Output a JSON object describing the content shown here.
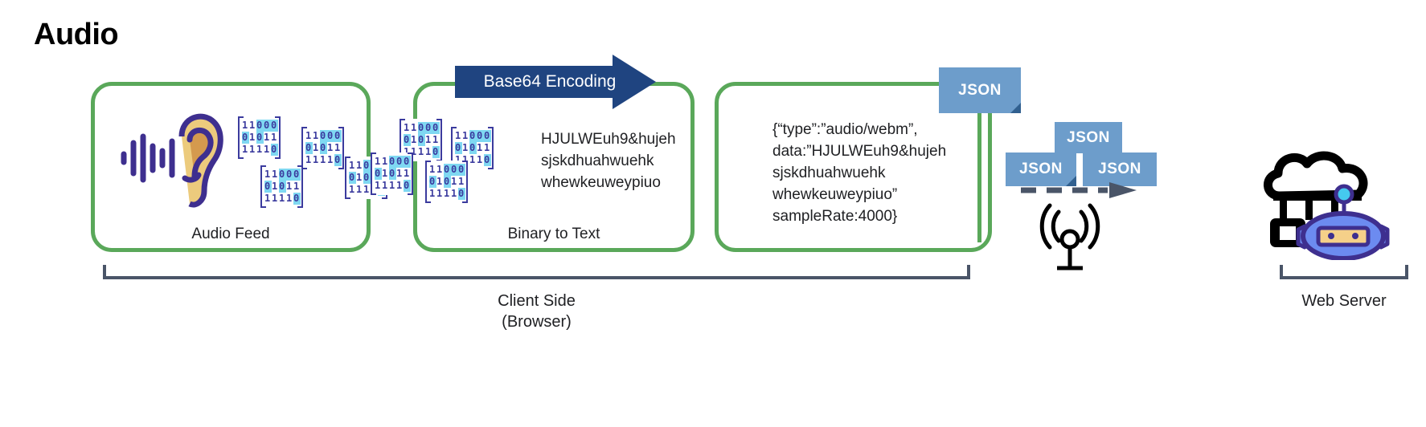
{
  "title": "Audio",
  "colors": {
    "panel_border_green": "#5aa85a",
    "arrow_dark_blue": "#1f4480",
    "json_tag_blue": "#6d9dcb",
    "binary_digit_blue": "#3b3b9e",
    "binary_zero_highlight": "#7fd8f2",
    "bracket_gray": "#4a5568",
    "ear_outline_purple": "#3e2f8f",
    "ear_fill_tan": "#eccb7d",
    "ear_inner_tan": "#d49a4e",
    "robot_blue": "#6c8bf0",
    "robot_outline_purple": "#3e2f8f",
    "robot_face_tan": "#f5d089"
  },
  "panels": [
    {
      "name": "audio-feed",
      "caption": "Audio Feed",
      "icon": "ear-waveform-icon",
      "binary_sample": [
        "11000",
        "01011",
        "11110"
      ]
    },
    {
      "name": "binary-to-text",
      "caption": "Binary to Text",
      "text": "HJULWEuh9&hujeh\nsjskdhuahwuehk\nwhewkeuweypiuo"
    },
    {
      "name": "json-payload",
      "caption": "",
      "text": "{“type”:”audio/webm”,\ndata:”HJULWEuh9&hujeh\nsjskdhuahwuehk\nwhewkeuweypiuo”\nsampleRate:4000}"
    }
  ],
  "arrow": {
    "label": "Base64 Encoding"
  },
  "json_tags": {
    "main": "JSON",
    "top": "JSON",
    "left": "JSON",
    "right": "JSON"
  },
  "brackets": [
    {
      "name": "client-side",
      "label": "Client Side\n(Browser)"
    },
    {
      "name": "web-server",
      "label": "Web Server"
    }
  ],
  "icons": {
    "ear": "ear-waveform-icon",
    "antenna": "wifi-antenna-icon",
    "server": "cloud-server-robot-icon",
    "dashed_arrow": "dashed-transmit-arrow-icon"
  }
}
